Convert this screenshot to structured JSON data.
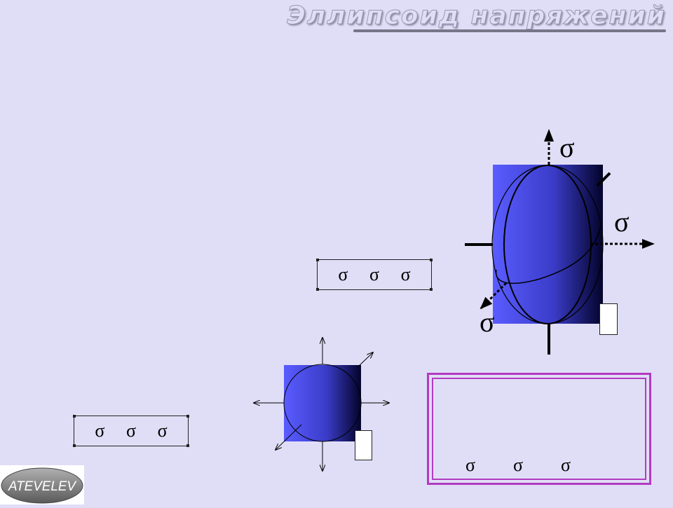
{
  "title": "Эллипсоид напряжений",
  "symbols": {
    "sigma": "σ"
  },
  "box_top": [
    "σ",
    "σ",
    "σ"
  ],
  "box_bottom_left": [
    "σ",
    "σ",
    "σ"
  ],
  "result_box": [
    "σ",
    "σ",
    "σ"
  ],
  "axis_labels": {
    "top": "σ",
    "right": "σ",
    "bottom_left": "σ"
  },
  "logo_text": "ATEVELEV",
  "colors": {
    "background": "#e0def6",
    "gradient_start": "#5a5cff",
    "gradient_end": "#000033",
    "frame": "#b23bc2"
  }
}
